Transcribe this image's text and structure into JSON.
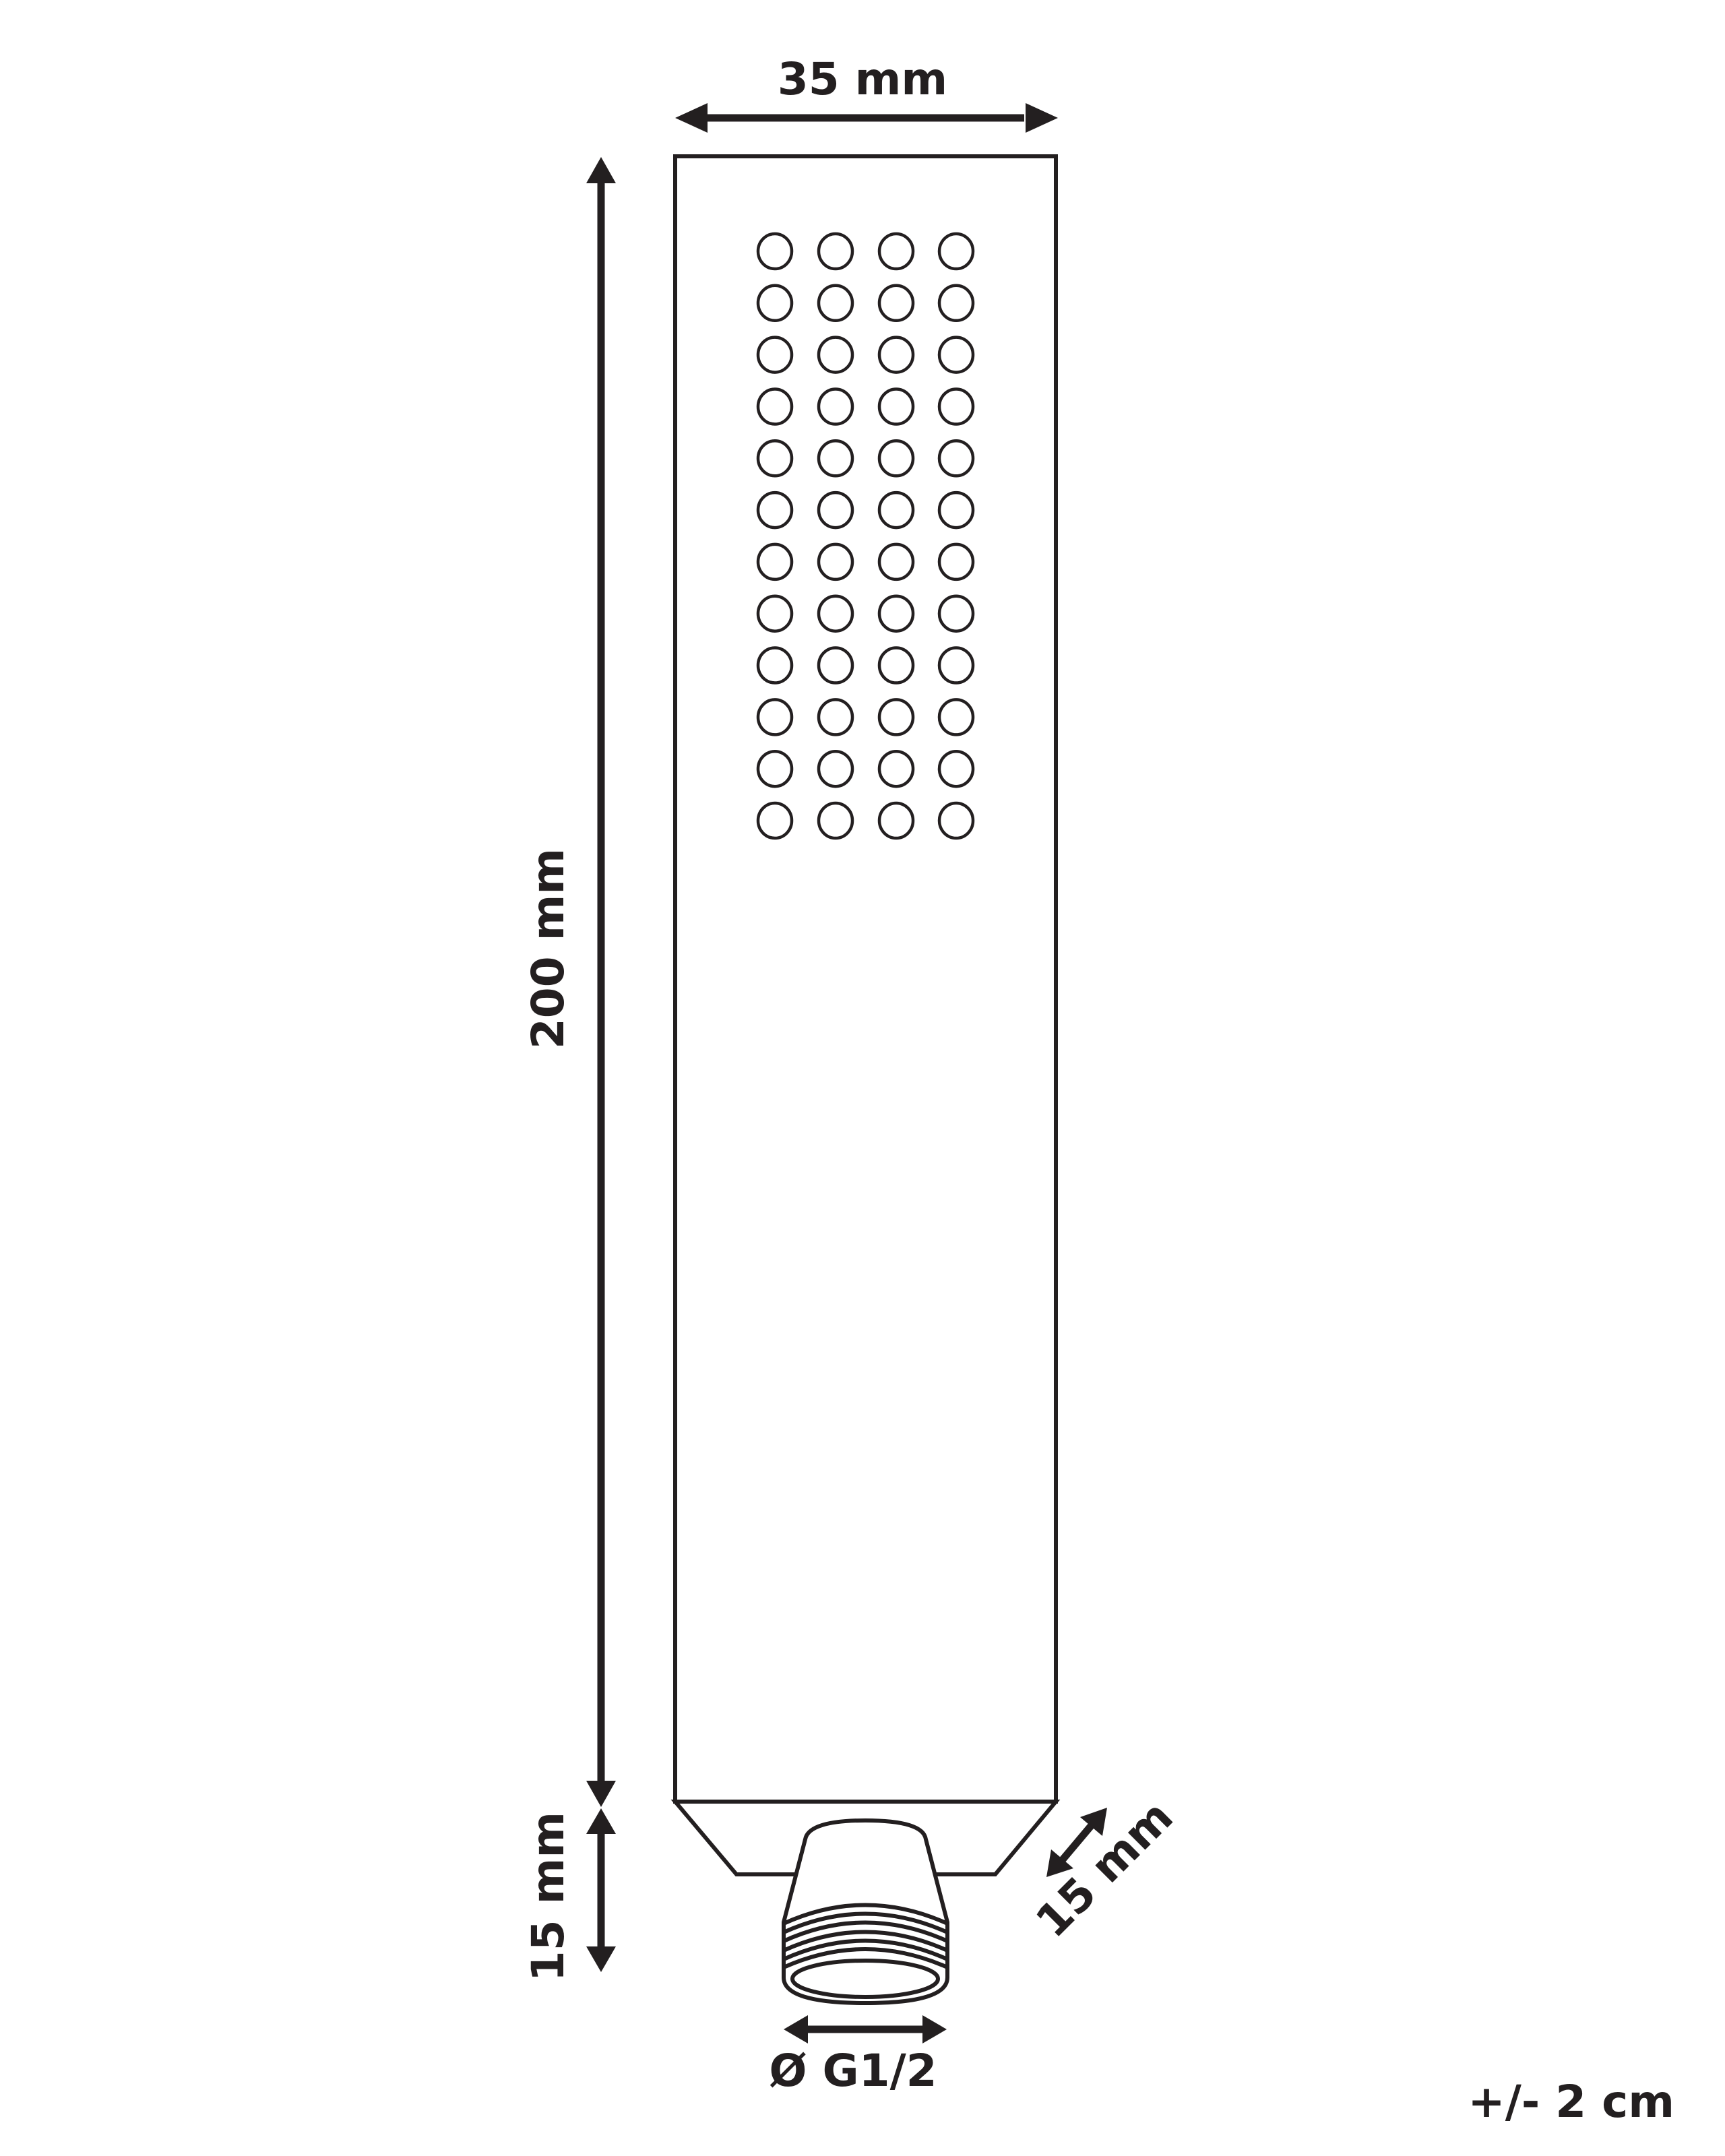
{
  "diagram": {
    "subject": "hand shower head technical drawing",
    "colors": {
      "line": "#231f20",
      "background": "#ffffff"
    },
    "dimensions": {
      "width_top": "35 mm",
      "height_body": "200 mm",
      "height_connector": "15 mm",
      "connector_depth": "15 mm",
      "thread": "Ø G1/2"
    },
    "tolerance": "+/- 2 cm",
    "nozzle_grid": {
      "rows": 12,
      "columns": 4
    }
  }
}
